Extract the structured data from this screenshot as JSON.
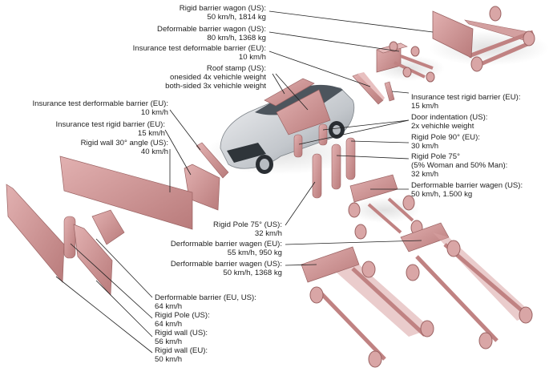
{
  "labels": {
    "rigid_barrier_wagon_us": "Rigid barrier wagon (US):\n50 km/h, 1814 kg",
    "deformable_barrier_wagon_us_80": "Deformable barrier wagon (US):\n80 km/h, 1368 kg",
    "insurance_deformable_eu_top": "Insurance test deformable barrier (EU):\n10 km/h",
    "roof_stamp_us": "Roof stamp (US):\nonesided 4x vehichle weight\nboth-sided 3x vehichle weight",
    "insurance_deformable_eu_left": "Insurance test derformable barrier (EU):\n10 km/h",
    "insurance_rigid_eu_left": "Insurance test rigid barrier (EU):\n15 km/h",
    "rigid_wall_30": "Rigid wall 30° angle (US):\n40 km/h",
    "insurance_rigid_eu_right": "Insurance test rigid barrier (EU):\n15 km/h",
    "door_indentation": "Door indentation (US):\n2x vehichle weight",
    "rigid_pole_90": "Rigid Pole 90° (EU):\n30 km/h",
    "rigid_pole_75_right": "Rigid Pole 75°\n(5% Woman and 50% Man):\n32 km/h",
    "deformable_wagon_us_50_1500": "Derformable barrier wagen (US):\n50 km/h, 1.500 kg",
    "rigid_pole_75_us": "Rigid Pole 75° (US):\n32 km/h",
    "deformable_wagon_eu_55": "Derformable barrier wagen (EU):\n55 km/h, 950 kg",
    "deformable_wagon_us_1368": "Derformable barrier wagen (US):\n50 km/h, 1368 kg",
    "bottom_stack": "Derformable barrier (EU, US):\n64 km/h\nRigid Pole (US):\n64 km/h\nRigid wall (US):\n56 km/h\nRigid wall (EU):\n50 km/h"
  },
  "colors": {
    "barrier": "#c88a8a",
    "barrier_dark": "#a86a6a",
    "barrier_light": "#e0b0b0",
    "car_body": "#cfd3d8",
    "leader": "#222222"
  }
}
